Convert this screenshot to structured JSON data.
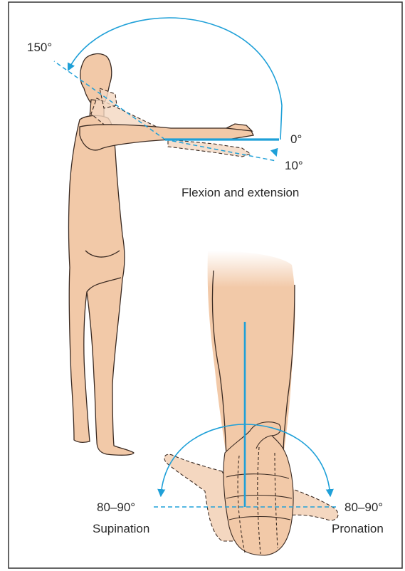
{
  "labels": {
    "angle_150": "150°",
    "angle_0": "0°",
    "angle_10": "10°",
    "flexion_caption": "Flexion and extension",
    "left_range": "80–90°",
    "right_range": "80–90°",
    "supination": "Supination",
    "pronation": "Pronation"
  },
  "colors": {
    "skin": "#f2c9a8",
    "skin_shadow": "#e4b08c",
    "outline": "#3a2a22",
    "accent": "#1fa0d8",
    "border": "#333333"
  }
}
